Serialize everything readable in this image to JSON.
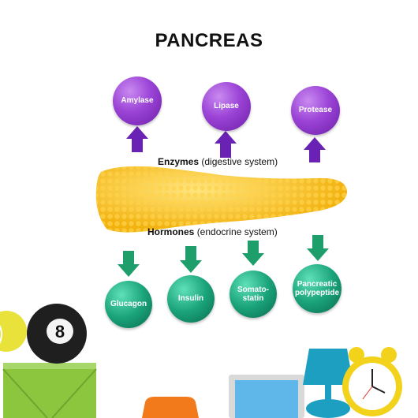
{
  "title": "PANCREAS",
  "enzymes_label": {
    "bold": "Enzymes",
    "rest": "(digestive system)"
  },
  "hormones_label": {
    "bold": "Hormones",
    "rest": "(endocrine system)"
  },
  "enzymes": [
    "Amylase",
    "Lipase",
    "Protease"
  ],
  "hormones": [
    {
      "line1": "Glucagon",
      "line2": ""
    },
    {
      "line1": "Insulin",
      "line2": ""
    },
    {
      "line1": "Somato-",
      "line2": "statin"
    },
    {
      "line1": "Pancreatic",
      "line2": "polypeptide"
    }
  ],
  "colors": {
    "enzyme": "#8a35cc",
    "hormone": "#17a06f",
    "pancreas": "#f5b714",
    "arrow_up": "#6a22b5",
    "arrow_down": "#1e9e6a"
  }
}
